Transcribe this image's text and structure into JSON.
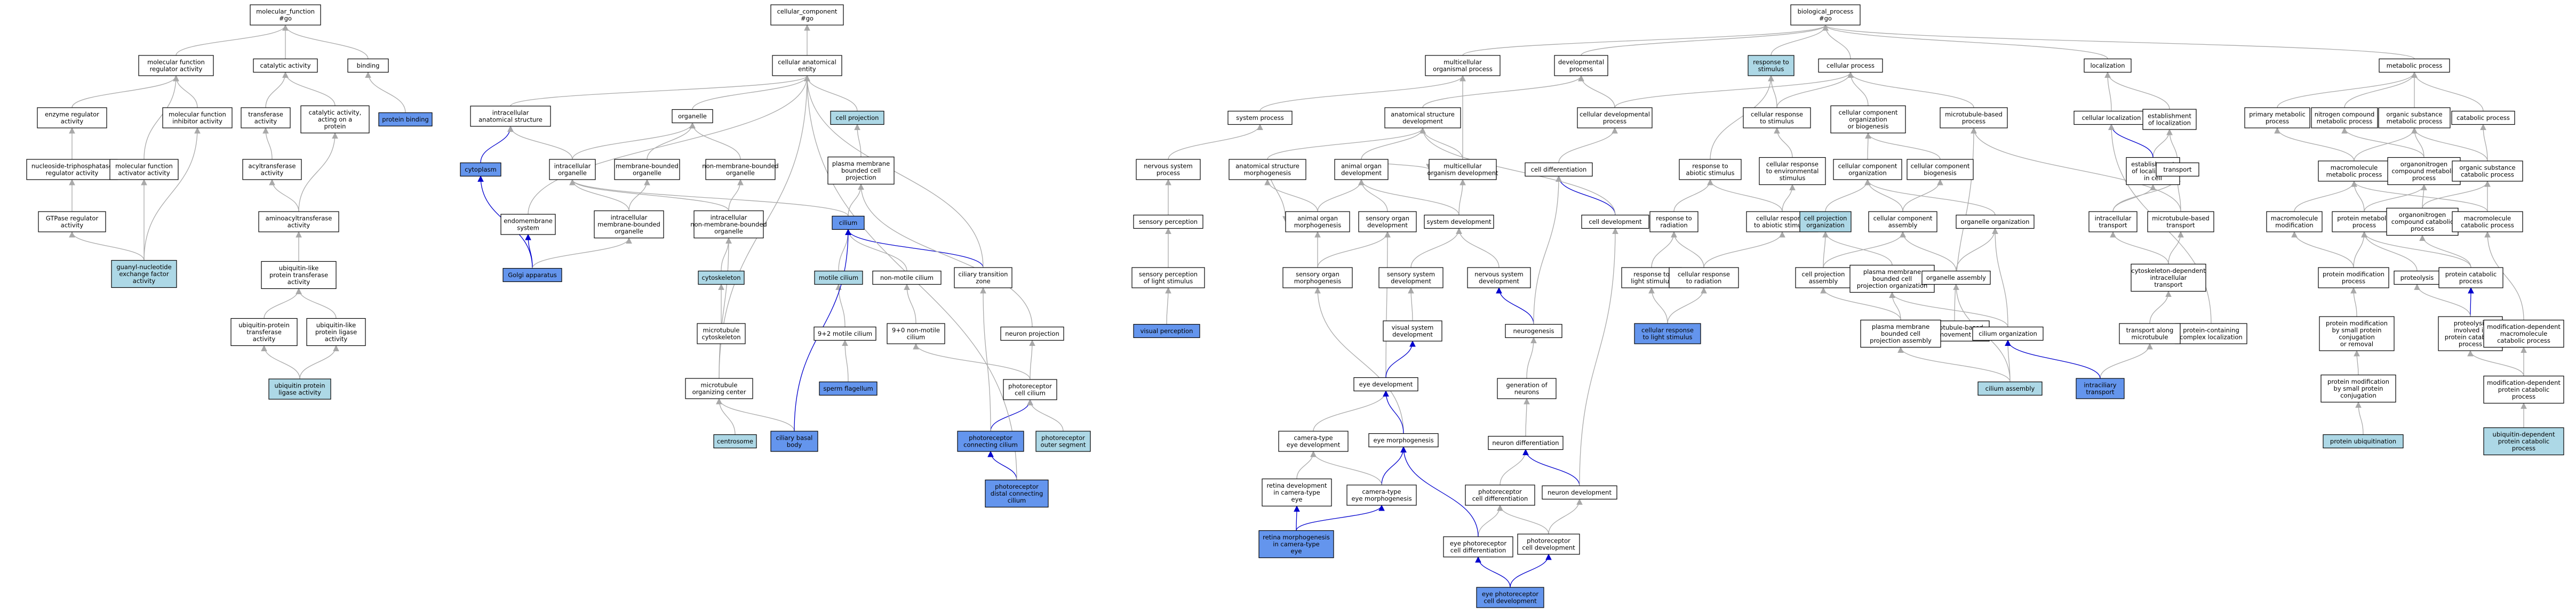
{
  "colors": {
    "none": "#ffffff",
    "light": "#add8e6",
    "dark": "#6495ed",
    "edge_grey": "#a9a9a9",
    "edge_blue": "#0000cd"
  },
  "nodes": [
    {
      "id": "mf",
      "label": [
        "molecular_function",
        "#go"
      ],
      "color": "none"
    },
    {
      "id": "mfreg",
      "label": [
        "molecular function",
        "regulator activity"
      ],
      "color": "none"
    },
    {
      "id": "catal",
      "label": [
        "catalytic activity"
      ],
      "color": "none"
    },
    {
      "id": "binding",
      "label": [
        "binding"
      ],
      "color": "none"
    },
    {
      "id": "protbind",
      "label": [
        "protein binding"
      ],
      "color": "dark"
    },
    {
      "id": "enzreg",
      "label": [
        "enzyme regulator",
        "activity"
      ],
      "color": "none"
    },
    {
      "id": "mfinh",
      "label": [
        "molecular function",
        "inhibitor activity"
      ],
      "color": "none"
    },
    {
      "id": "transf",
      "label": [
        "transferase",
        "activity"
      ],
      "color": "none"
    },
    {
      "id": "catact",
      "label": [
        "catalytic activity,",
        "acting on a",
        "protein"
      ],
      "color": "none"
    },
    {
      "id": "ntpreg",
      "label": [
        "nucleoside-triphosphatase",
        "regulator activity"
      ],
      "color": "none"
    },
    {
      "id": "mfact",
      "label": [
        "molecular function",
        "activator activity"
      ],
      "color": "none"
    },
    {
      "id": "acyl",
      "label": [
        "acyltransferase",
        "activity"
      ],
      "color": "none"
    },
    {
      "id": "gtpreg",
      "label": [
        "GTPase regulator",
        "activity"
      ],
      "color": "none"
    },
    {
      "id": "amino",
      "label": [
        "aminoacyltransferase",
        "activity"
      ],
      "color": "none"
    },
    {
      "id": "gef",
      "label": [
        "guanyl-nucleotide",
        "exchange factor",
        "activity"
      ],
      "color": "light"
    },
    {
      "id": "ubqtrans",
      "label": [
        "ubiquitin-like",
        "protein transferase",
        "activity"
      ],
      "color": "none"
    },
    {
      "id": "ubqptrans",
      "label": [
        "ubiquitin-protein",
        "transferase",
        "activity"
      ],
      "color": "none"
    },
    {
      "id": "ubqlig",
      "label": [
        "ubiquitin-like",
        "protein ligase",
        "activity"
      ],
      "color": "none"
    },
    {
      "id": "ubqplig",
      "label": [
        "ubiquitin protein",
        "ligase activity"
      ],
      "color": "light"
    },
    {
      "id": "cc",
      "label": [
        "cellular_component",
        "#go"
      ],
      "color": "none"
    },
    {
      "id": "cae",
      "label": [
        "cellular anatomical",
        "entity"
      ],
      "color": "none"
    },
    {
      "id": "ias",
      "label": [
        "intracellular",
        "anatomical structure"
      ],
      "color": "none"
    },
    {
      "id": "organelle",
      "label": [
        "organelle"
      ],
      "color": "none"
    },
    {
      "id": "cellproj",
      "label": [
        "cell projection"
      ],
      "color": "light"
    },
    {
      "id": "cytoplasm",
      "label": [
        "cytoplasm"
      ],
      "color": "dark"
    },
    {
      "id": "intraorg",
      "label": [
        "intracellular",
        "organelle"
      ],
      "color": "none"
    },
    {
      "id": "membound",
      "label": [
        "membrane-bounded",
        "organelle"
      ],
      "color": "none"
    },
    {
      "id": "nonmem",
      "label": [
        "non-membrane-bounded",
        "organelle"
      ],
      "color": "none"
    },
    {
      "id": "pmbcp",
      "label": [
        "plasma membrane",
        "bounded cell",
        "projection"
      ],
      "color": "none"
    },
    {
      "id": "endomem",
      "label": [
        "endomembrane",
        "system"
      ],
      "color": "none"
    },
    {
      "id": "imbo",
      "label": [
        "intracellular",
        "membrane-bounded",
        "organelle"
      ],
      "color": "none"
    },
    {
      "id": "inmbo",
      "label": [
        "intracellular",
        "non-membrane-bounded",
        "organelle"
      ],
      "color": "none"
    },
    {
      "id": "cilium",
      "label": [
        "cilium"
      ],
      "color": "dark"
    },
    {
      "id": "golgi",
      "label": [
        "Golgi apparatus"
      ],
      "color": "dark"
    },
    {
      "id": "cytoskel",
      "label": [
        "cytoskeleton"
      ],
      "color": "light"
    },
    {
      "id": "motcil",
      "label": [
        "motile cilium"
      ],
      "color": "light"
    },
    {
      "id": "nonmotcil",
      "label": [
        "non-motile cilium"
      ],
      "color": "none"
    },
    {
      "id": "cilzone",
      "label": [
        "ciliary transition",
        "zone"
      ],
      "color": "none"
    },
    {
      "id": "mtcyto",
      "label": [
        "microtubule",
        "cytoskeleton"
      ],
      "color": "none"
    },
    {
      "id": "c92m",
      "label": [
        "9+2 motile cilium"
      ],
      "color": "none"
    },
    {
      "id": "c90n",
      "label": [
        "9+0 non-motile",
        "cilium"
      ],
      "color": "none"
    },
    {
      "id": "neuproj",
      "label": [
        "neuron projection"
      ],
      "color": "none"
    },
    {
      "id": "mtoc",
      "label": [
        "microtubule",
        "organizing center"
      ],
      "color": "none"
    },
    {
      "id": "sperm",
      "label": [
        "sperm flagellum"
      ],
      "color": "dark"
    },
    {
      "id": "prcil",
      "label": [
        "photoreceptor",
        "cell cilium"
      ],
      "color": "none"
    },
    {
      "id": "centro",
      "label": [
        "centrosome"
      ],
      "color": "light"
    },
    {
      "id": "cbb",
      "label": [
        "ciliary basal",
        "body"
      ],
      "color": "dark"
    },
    {
      "id": "prconn",
      "label": [
        "photoreceptor",
        "connecting cilium"
      ],
      "color": "dark"
    },
    {
      "id": "prouter",
      "label": [
        "photoreceptor",
        "outer segment"
      ],
      "color": "light"
    },
    {
      "id": "prdist",
      "label": [
        "photoreceptor",
        "distal connecting",
        "cilium"
      ],
      "color": "dark"
    },
    {
      "id": "bp",
      "label": [
        "biological_process",
        "#go"
      ],
      "color": "none"
    },
    {
      "id": "mcop",
      "label": [
        "multicellular",
        "organismal process"
      ],
      "color": "none"
    },
    {
      "id": "devproc",
      "label": [
        "developmental",
        "process"
      ],
      "color": "none"
    },
    {
      "id": "resstim",
      "label": [
        "response to",
        "stimulus"
      ],
      "color": "light"
    },
    {
      "id": "cellproc",
      "label": [
        "cellular process"
      ],
      "color": "none"
    },
    {
      "id": "local",
      "label": [
        "localization"
      ],
      "color": "none"
    },
    {
      "id": "metab",
      "label": [
        "metabolic process"
      ],
      "color": "none"
    },
    {
      "id": "sysproc",
      "label": [
        "system process"
      ],
      "color": "none"
    },
    {
      "id": "asd",
      "label": [
        "anatomical structure",
        "development"
      ],
      "color": "none"
    },
    {
      "id": "celldevproc",
      "label": [
        "cellular developmental",
        "process"
      ],
      "color": "none"
    },
    {
      "id": "cellresstim",
      "label": [
        "cellular response",
        "to stimulus"
      ],
      "color": "none"
    },
    {
      "id": "ccob",
      "label": [
        "cellular component",
        "organization",
        "or biogenesis"
      ],
      "color": "none"
    },
    {
      "id": "mtbp",
      "label": [
        "microtubule-based",
        "process"
      ],
      "color": "none"
    },
    {
      "id": "celloc",
      "label": [
        "cellular localization"
      ],
      "color": "none"
    },
    {
      "id": "estloc",
      "label": [
        "establishment",
        "of localization"
      ],
      "color": "none"
    },
    {
      "id": "primmet",
      "label": [
        "primary metabolic",
        "process"
      ],
      "color": "none"
    },
    {
      "id": "nitro",
      "label": [
        "nitrogen compound",
        "metabolic process"
      ],
      "color": "none"
    },
    {
      "id": "orgsub",
      "label": [
        "organic substance",
        "metabolic process"
      ],
      "color": "none"
    },
    {
      "id": "catab",
      "label": [
        "catabolic process"
      ],
      "color": "none"
    },
    {
      "id": "nsp",
      "label": [
        "nervous system",
        "process"
      ],
      "color": "none"
    },
    {
      "id": "asm",
      "label": [
        "anatomical structure",
        "morphogenesis"
      ],
      "color": "none"
    },
    {
      "id": "aod",
      "label": [
        "animal organ",
        "development"
      ],
      "color": "none"
    },
    {
      "id": "mod",
      "label": [
        "multicellular",
        "organism development"
      ],
      "color": "none"
    },
    {
      "id": "celldiff",
      "label": [
        "cell differentiation"
      ],
      "color": "none"
    },
    {
      "id": "resabio",
      "label": [
        "response to",
        "abiotic stimulus"
      ],
      "color": "none"
    },
    {
      "id": "cresenv",
      "label": [
        "cellular response",
        "to environmental",
        "stimulus"
      ],
      "color": "none"
    },
    {
      "id": "ccorg",
      "label": [
        "cellular component",
        "organization"
      ],
      "color": "none"
    },
    {
      "id": "ccbio",
      "label": [
        "cellular component",
        "biogenesis"
      ],
      "color": "none"
    },
    {
      "id": "estloccell",
      "label": [
        "establishment",
        "of localization",
        "in cell"
      ],
      "color": "none"
    },
    {
      "id": "transport",
      "label": [
        "transport"
      ],
      "color": "none"
    },
    {
      "id": "macromet",
      "label": [
        "macromolecule",
        "metabolic process"
      ],
      "color": "none"
    },
    {
      "id": "orgnitro",
      "label": [
        "organonitrogen",
        "compound metabolic",
        "process"
      ],
      "color": "none"
    },
    {
      "id": "orgsubcat",
      "label": [
        "organic substance",
        "catabolic process"
      ],
      "color": "none"
    },
    {
      "id": "sensperc",
      "label": [
        "sensory perception"
      ],
      "color": "none"
    },
    {
      "id": "aom",
      "label": [
        "animal organ",
        "morphogenesis"
      ],
      "color": "none"
    },
    {
      "id": "sod",
      "label": [
        "sensory organ",
        "development"
      ],
      "color": "none"
    },
    {
      "id": "sysdev",
      "label": [
        "system development"
      ],
      "color": "none"
    },
    {
      "id": "celldev",
      "label": [
        "cell development"
      ],
      "color": "none"
    },
    {
      "id": "resrad",
      "label": [
        "response to",
        "radiation"
      ],
      "color": "none"
    },
    {
      "id": "cresabio",
      "label": [
        "cellular response",
        "to abiotic stimulus"
      ],
      "color": "none"
    },
    {
      "id": "cpo",
      "label": [
        "cell projection",
        "organization"
      ],
      "color": "light"
    },
    {
      "id": "ccass",
      "label": [
        "cellular component",
        "assembly"
      ],
      "color": "none"
    },
    {
      "id": "orgorg",
      "label": [
        "organelle organization"
      ],
      "color": "none"
    },
    {
      "id": "ictrans",
      "label": [
        "intracellular",
        "transport"
      ],
      "color": "none"
    },
    {
      "id": "mtbtrans",
      "label": [
        "microtubule-based",
        "transport"
      ],
      "color": "none"
    },
    {
      "id": "mmmod",
      "label": [
        "macromolecule",
        "modification"
      ],
      "color": "none"
    },
    {
      "id": "protmet",
      "label": [
        "protein metabolic",
        "process"
      ],
      "color": "none"
    },
    {
      "id": "orgnitrocat",
      "label": [
        "organonitrogen",
        "compound catabolic",
        "process"
      ],
      "color": "none"
    },
    {
      "id": "mmcat",
      "label": [
        "macromolecule",
        "catabolic process"
      ],
      "color": "none"
    },
    {
      "id": "spls",
      "label": [
        "sensory perception",
        "of light stimulus"
      ],
      "color": "none"
    },
    {
      "id": "som",
      "label": [
        "sensory organ",
        "morphogenesis"
      ],
      "color": "none"
    },
    {
      "id": "ssd",
      "label": [
        "sensory system",
        "development"
      ],
      "color": "none"
    },
    {
      "id": "nsd",
      "label": [
        "nervous system",
        "development"
      ],
      "color": "none"
    },
    {
      "id": "reslight",
      "label": [
        "response to",
        "light stimulus"
      ],
      "color": "none"
    },
    {
      "id": "cresrad",
      "label": [
        "cellular response",
        "to radiation"
      ],
      "color": "none"
    },
    {
      "id": "cpass",
      "label": [
        "cell projection",
        "assembly"
      ],
      "color": "none"
    },
    {
      "id": "pmbcpo",
      "label": [
        "plasma membrane",
        "bounded cell",
        "projection organization"
      ],
      "color": "none"
    },
    {
      "id": "orgass",
      "label": [
        "organelle assembly"
      ],
      "color": "none"
    },
    {
      "id": "mtbmove",
      "label": [
        "microtubule-based",
        "movement"
      ],
      "color": "none"
    },
    {
      "id": "cdit",
      "label": [
        "cytoskeleton-dependent",
        "intracellular",
        "transport"
      ],
      "color": "none"
    },
    {
      "id": "protmodp",
      "label": [
        "protein modification",
        "process"
      ],
      "color": "none"
    },
    {
      "id": "proteolysis",
      "label": [
        "proteolysis"
      ],
      "color": "none"
    },
    {
      "id": "protcat",
      "label": [
        "protein catabolic",
        "process"
      ],
      "color": "none"
    },
    {
      "id": "visperc",
      "label": [
        "visual perception"
      ],
      "color": "dark"
    },
    {
      "id": "vsd",
      "label": [
        "visual system",
        "development"
      ],
      "color": "none"
    },
    {
      "id": "neurogen",
      "label": [
        "neurogenesis"
      ],
      "color": "none"
    },
    {
      "id": "creslight",
      "label": [
        "cellular response",
        "to light stimulus"
      ],
      "color": "dark"
    },
    {
      "id": "pmbcpa",
      "label": [
        "plasma membrane",
        "bounded cell",
        "projection assembly"
      ],
      "color": "none"
    },
    {
      "id": "cilorg",
      "label": [
        "cilium organization"
      ],
      "color": "none"
    },
    {
      "id": "pccl",
      "label": [
        "protein-containing",
        "complex localization"
      ],
      "color": "none"
    },
    {
      "id": "tam",
      "label": [
        "transport along",
        "microtubule"
      ],
      "color": "none"
    },
    {
      "id": "pmsmall",
      "label": [
        "protein modification",
        "by small protein",
        "conjugation",
        "or removal"
      ],
      "color": "none"
    },
    {
      "id": "prolyscat",
      "label": [
        "proteolysis",
        "involved in",
        "protein catabolic",
        "process"
      ],
      "color": "none"
    },
    {
      "id": "moddep",
      "label": [
        "modification-dependent",
        "macromolecule",
        "catabolic process"
      ],
      "color": "none"
    },
    {
      "id": "eyedev",
      "label": [
        "eye development"
      ],
      "color": "none"
    },
    {
      "id": "genneu",
      "label": [
        "generation of",
        "neurons"
      ],
      "color": "none"
    },
    {
      "id": "cilass",
      "label": [
        "cilium assembly"
      ],
      "color": "light"
    },
    {
      "id": "ciltrans",
      "label": [
        "intraciliary",
        "transport"
      ],
      "color": "dark"
    },
    {
      "id": "pmsconj",
      "label": [
        "protein modification",
        "by small protein",
        "conjugation"
      ],
      "color": "none"
    },
    {
      "id": "moddepprot",
      "label": [
        "modification-dependent",
        "protein catabolic",
        "process"
      ],
      "color": "none"
    },
    {
      "id": "cted",
      "label": [
        "camera-type",
        "eye development"
      ],
      "color": "none"
    },
    {
      "id": "eyemorph",
      "label": [
        "eye morphogenesis"
      ],
      "color": "none"
    },
    {
      "id": "neudiff",
      "label": [
        "neuron differentiation"
      ],
      "color": "none"
    },
    {
      "id": "protubq",
      "label": [
        "protein ubiquitination"
      ],
      "color": "light"
    },
    {
      "id": "ubqdep",
      "label": [
        "ubiquitin-dependent",
        "protein catabolic",
        "process"
      ],
      "color": "light"
    },
    {
      "id": "retdev",
      "label": [
        "retina development",
        "in camera-type",
        "eye"
      ],
      "color": "none"
    },
    {
      "id": "ctem",
      "label": [
        "camera-type",
        "eye morphogenesis"
      ],
      "color": "none"
    },
    {
      "id": "prcd",
      "label": [
        "photoreceptor",
        "cell differentiation"
      ],
      "color": "none"
    },
    {
      "id": "neudev",
      "label": [
        "neuron development"
      ],
      "color": "none"
    },
    {
      "id": "retmorph",
      "label": [
        "retina morphogenesis",
        "in camera-type",
        "eye"
      ],
      "color": "dark"
    },
    {
      "id": "eyeprcd",
      "label": [
        "eye photoreceptor",
        "cell differentiation"
      ],
      "color": "none"
    },
    {
      "id": "prcdev",
      "label": [
        "photoreceptor",
        "cell development"
      ],
      "color": "none"
    },
    {
      "id": "eyeprcdev",
      "label": [
        "eye photoreceptor",
        "cell development"
      ],
      "color": "dark"
    }
  ]
}
